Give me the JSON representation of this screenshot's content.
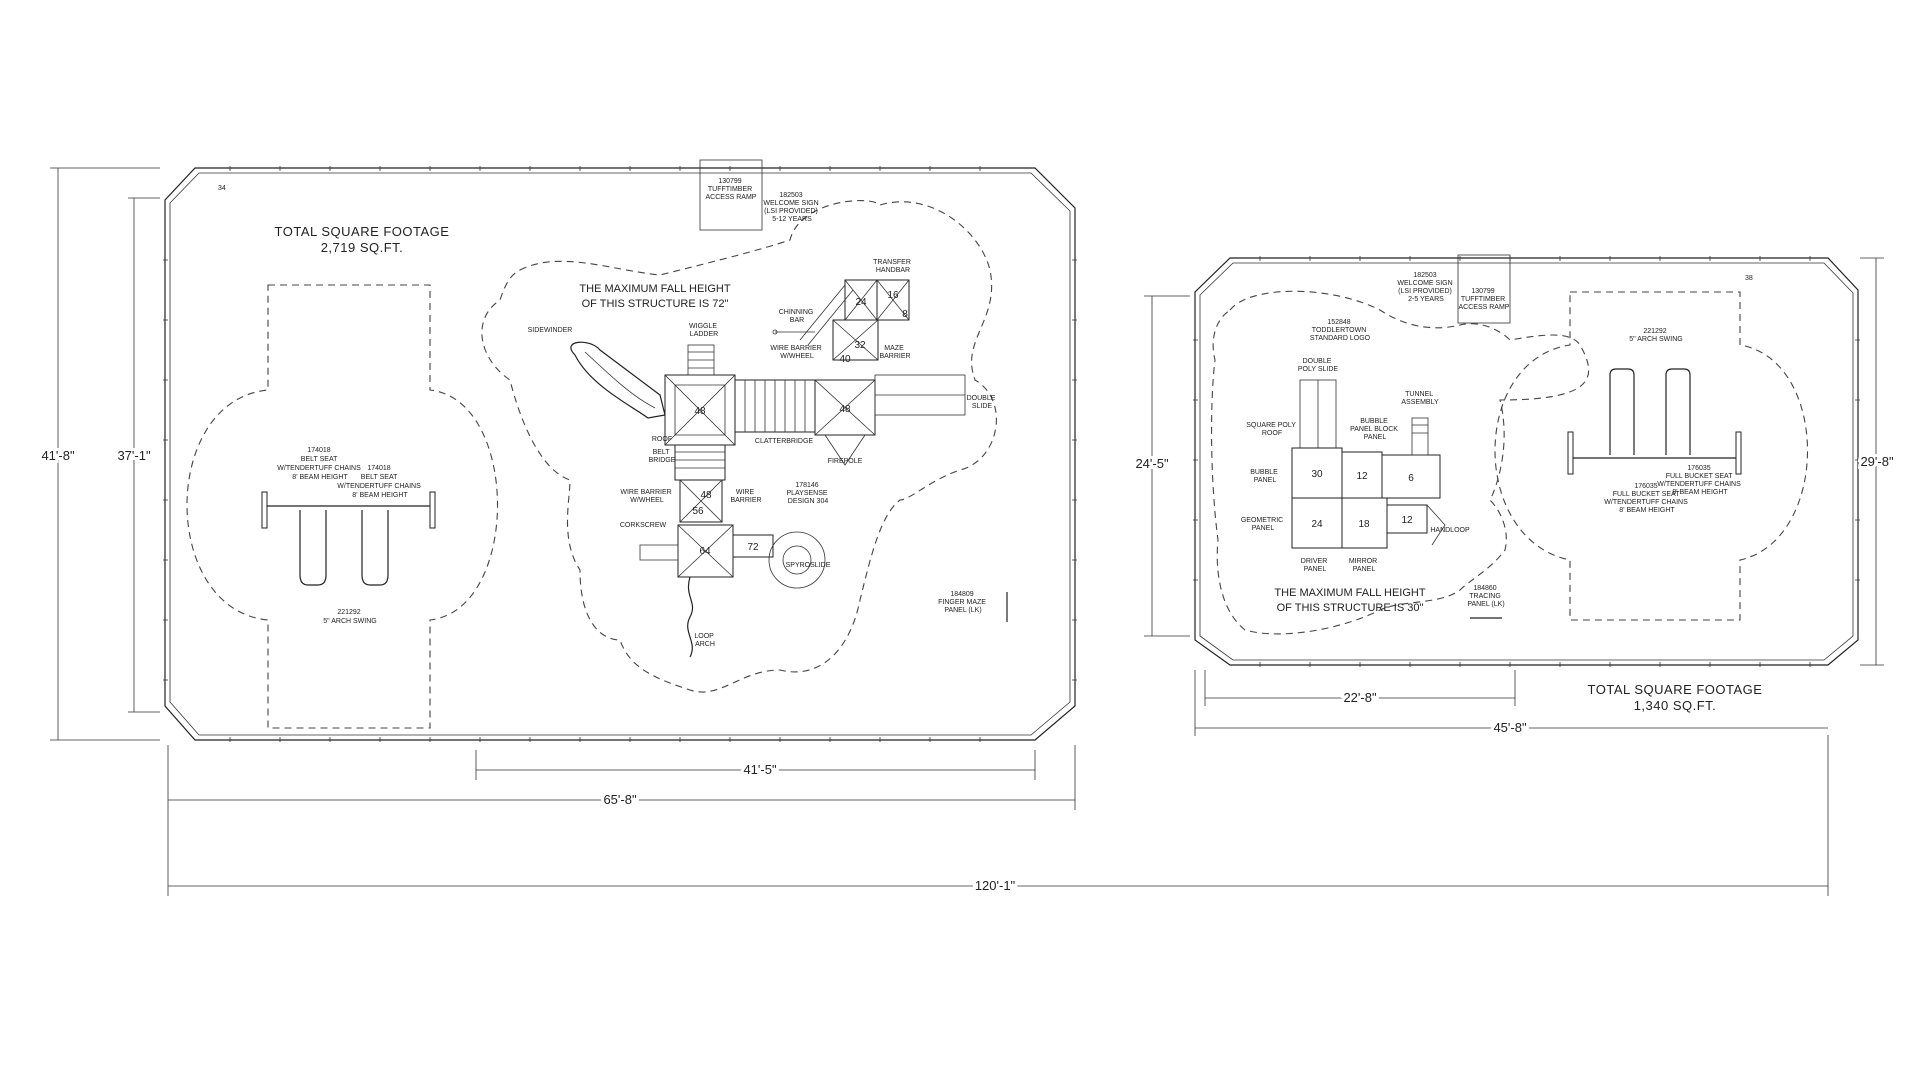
{
  "areas": {
    "left": {
      "title": "TOTAL SQUARE FOOTAGE",
      "area": "2,719 SQ.FT.",
      "fall_line1": "THE MAXIMUM FALL HEIGHT",
      "fall_line2": "OF THIS STRUCTURE IS 72\"",
      "corner_no": "34"
    },
    "right": {
      "title": "TOTAL SQUARE FOOTAGE",
      "area": "1,340 SQ.FT.",
      "fall_line1": "THE MAXIMUM FALL HEIGHT",
      "fall_line2": "OF THIS STRUCTURE IS 30\"",
      "corner_no": "38"
    }
  },
  "dimensions": {
    "left_height_outer": "41'-8\"",
    "left_height_inner": "37'-1\"",
    "left_width": "65'-8\"",
    "left_structure_width": "41'-5\"",
    "total_width": "120'-1\"",
    "right_height_outer": "29'-8\"",
    "right_height_inner": "24'-5\"",
    "right_width": "45'-8\"",
    "right_structure_width": "22'-8\""
  },
  "labels_left": {
    "ramp": [
      "130799",
      "TUFFTIMBER",
      "ACCESS RAMP"
    ],
    "sign": [
      "182503",
      "WELCOME SIGN",
      "(LSI PROVIDED)",
      "5-12 YEARS"
    ],
    "transfer": [
      "TRANSFER",
      "HANDBAR"
    ],
    "chinning": [
      "CHINNING",
      "BAR"
    ],
    "sidewinder": [
      "SIDEWINDER"
    ],
    "wiggle": [
      "WIGGLE",
      "LADDER"
    ],
    "wire1": [
      "WIRE BARRIER",
      "W/WHEEL"
    ],
    "maze": [
      "MAZE",
      "BARRIER"
    ],
    "double_slide": [
      "DOUBLE",
      "SLIDE"
    ],
    "clatter": [
      "CLATTERBRIDGE"
    ],
    "roof": [
      "ROOF"
    ],
    "belt_bridge": [
      "BELT",
      "BRIDGE"
    ],
    "firepole": [
      "FIREPOLE"
    ],
    "wire2": [
      "WIRE BARRIER",
      "W/WHEEL"
    ],
    "wire3": [
      "WIRE",
      "BARRIER"
    ],
    "playsense": [
      "178146",
      "PLAYSENSE",
      "DESIGN 304"
    ],
    "corkscrew": [
      "CORKSCREW"
    ],
    "spyro": [
      "SPYROSLIDE"
    ],
    "loop": [
      "LOOP",
      "ARCH"
    ],
    "finger": [
      "184809",
      "FINGER MAZE",
      "PANEL (LK)"
    ],
    "belt_seat_a": [
      "174018",
      "BELT SEAT",
      "W/TENDERTUFF CHAINS",
      "8' BEAM HEIGHT"
    ],
    "belt_seat_b": [
      "174018",
      "BELT SEAT",
      "W/TENDERTUFF CHAINS",
      "8' BEAM HEIGHT"
    ],
    "swing": [
      "221292",
      "5\" ARCH SWING"
    ]
  },
  "labels_right": {
    "sign": [
      "182503",
      "WELCOME SIGN",
      "(LSI PROVIDED)",
      "2-5 YEARS"
    ],
    "ramp": [
      "130799",
      "TUFFTIMBER",
      "ACCESS RAMP"
    ],
    "toddler": [
      "152848",
      "TODDLERTOWN",
      "STANDARD LOGO"
    ],
    "double_poly": [
      "DOUBLE",
      "POLY SLIDE"
    ],
    "tunnel": [
      "TUNNEL",
      "ASSEMBLY"
    ],
    "square_roof": [
      "SQUARE POLY",
      "ROOF"
    ],
    "bubble_block": [
      "BUBBLE",
      "PANEL BLOCK",
      "PANEL"
    ],
    "bubble_panel": [
      "BUBBLE",
      "PANEL"
    ],
    "geometric": [
      "GEOMETRIC",
      "PANEL"
    ],
    "handloop": [
      "HANDLOOP"
    ],
    "driver": [
      "DRIVER",
      "PANEL"
    ],
    "mirror": [
      "MIRROR",
      "PANEL"
    ],
    "tracing": [
      "184860",
      "TRACING",
      "PANEL (LK)"
    ],
    "swing": [
      "221292",
      "5\" ARCH SWING"
    ],
    "bucket_a": [
      "176035",
      "FULL BUCKET SEAT",
      "W/TENDERTUFF CHAINS",
      "8' BEAM HEIGHT"
    ],
    "bucket_b": [
      "176035",
      "FULL BUCKET SEAT",
      "W/TENDERTUFF CHAINS",
      "8' BEAM HEIGHT"
    ]
  },
  "deck_heights_left": [
    "48",
    "24",
    "16",
    "8",
    "32",
    "40",
    "48",
    "48",
    "56",
    "64",
    "72"
  ],
  "deck_heights_right": [
    "30",
    "12",
    "6",
    "24",
    "18",
    "12"
  ]
}
